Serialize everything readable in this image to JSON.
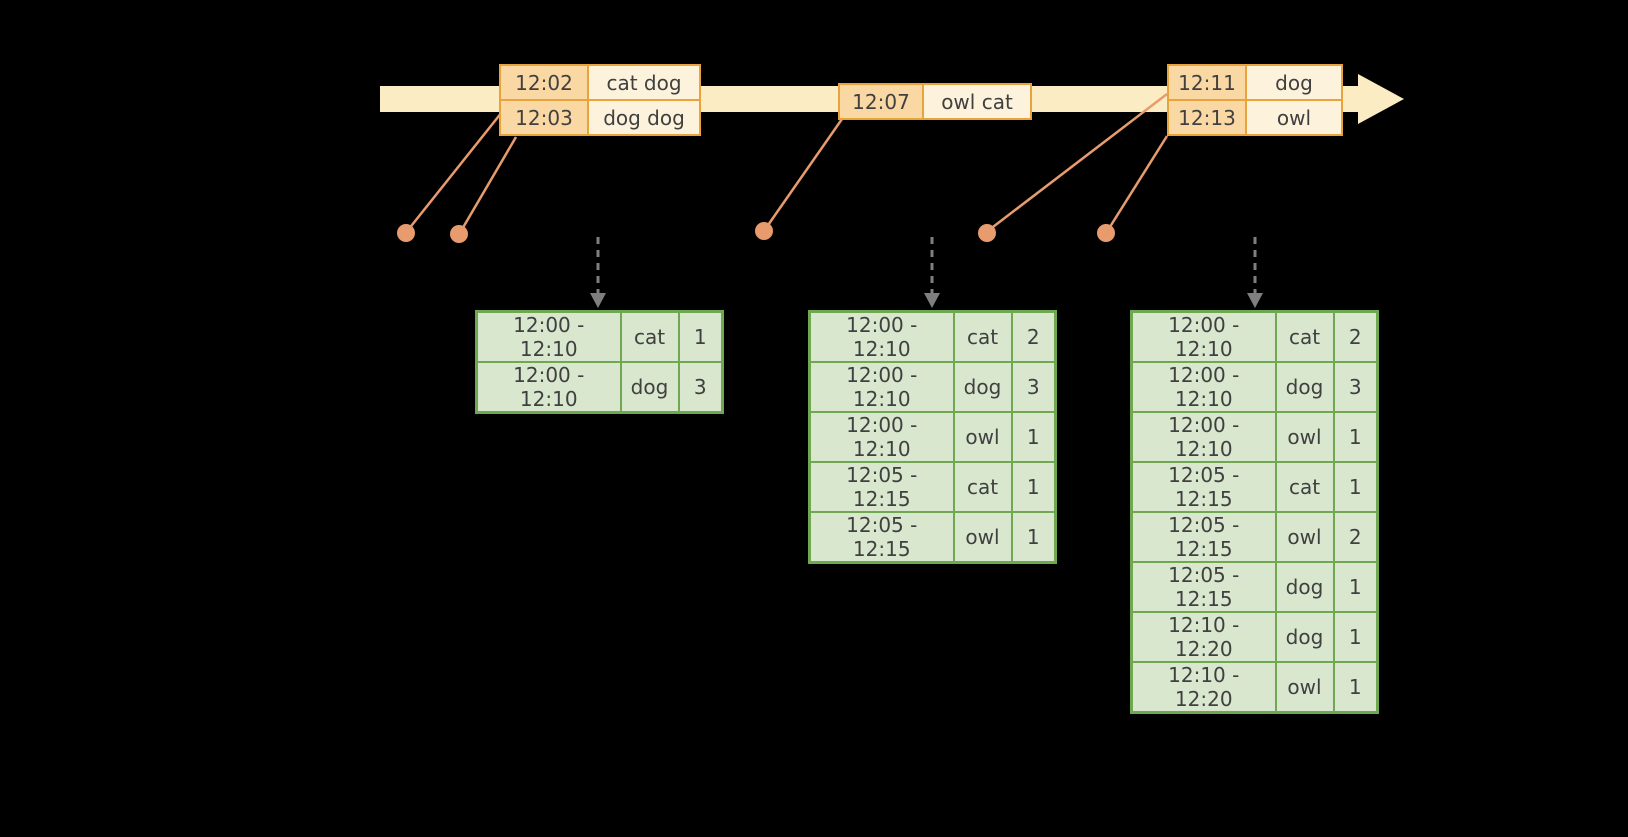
{
  "colors": {
    "background": "#000000",
    "timeline_fill": "#FBECC3",
    "event_table_border": "#E9A33D",
    "event_time_fill": "#FAD8A4",
    "event_words_fill": "#FDF3DC",
    "connector_and_dots": "#E89B6D",
    "trigger_arrow": "#7F7F7F",
    "result_table_border": "#6FA850",
    "result_table_fill": "#D9E7CF",
    "table_text": "#404040"
  },
  "icons": {
    "timeline_arrow": "right-arrow",
    "trigger_arrow": "dashed-down-arrow",
    "event_marker": "dot"
  },
  "event_tables": [
    {
      "rows": [
        {
          "time": "12:02",
          "words": "cat dog"
        },
        {
          "time": "12:03",
          "words": "dog dog"
        }
      ]
    },
    {
      "rows": [
        {
          "time": "12:07",
          "words": "owl cat"
        }
      ]
    },
    {
      "rows": [
        {
          "time": "12:11",
          "words": "dog"
        },
        {
          "time": "12:13",
          "words": "owl"
        }
      ]
    }
  ],
  "result_tables": [
    {
      "rows": [
        {
          "window": "12:00 - 12:10",
          "word": "cat",
          "count": "1"
        },
        {
          "window": "12:00 - 12:10",
          "word": "dog",
          "count": "3"
        }
      ]
    },
    {
      "rows": [
        {
          "window": "12:00 - 12:10",
          "word": "cat",
          "count": "2"
        },
        {
          "window": "12:00 - 12:10",
          "word": "dog",
          "count": "3"
        },
        {
          "window": "12:00 - 12:10",
          "word": "owl",
          "count": "1"
        },
        {
          "window": "12:05 - 12:15",
          "word": "cat",
          "count": "1"
        },
        {
          "window": "12:05 - 12:15",
          "word": "owl",
          "count": "1"
        }
      ]
    },
    {
      "rows": [
        {
          "window": "12:00 - 12:10",
          "word": "cat",
          "count": "2"
        },
        {
          "window": "12:00 - 12:10",
          "word": "dog",
          "count": "3"
        },
        {
          "window": "12:00 - 12:10",
          "word": "owl",
          "count": "1"
        },
        {
          "window": "12:05 - 12:15",
          "word": "cat",
          "count": "1"
        },
        {
          "window": "12:05 - 12:15",
          "word": "owl",
          "count": "2"
        },
        {
          "window": "12:05 - 12:15",
          "word": "dog",
          "count": "1"
        },
        {
          "window": "12:10 - 12:20",
          "word": "dog",
          "count": "1"
        },
        {
          "window": "12:10 - 12:20",
          "word": "owl",
          "count": "1"
        }
      ]
    }
  ]
}
